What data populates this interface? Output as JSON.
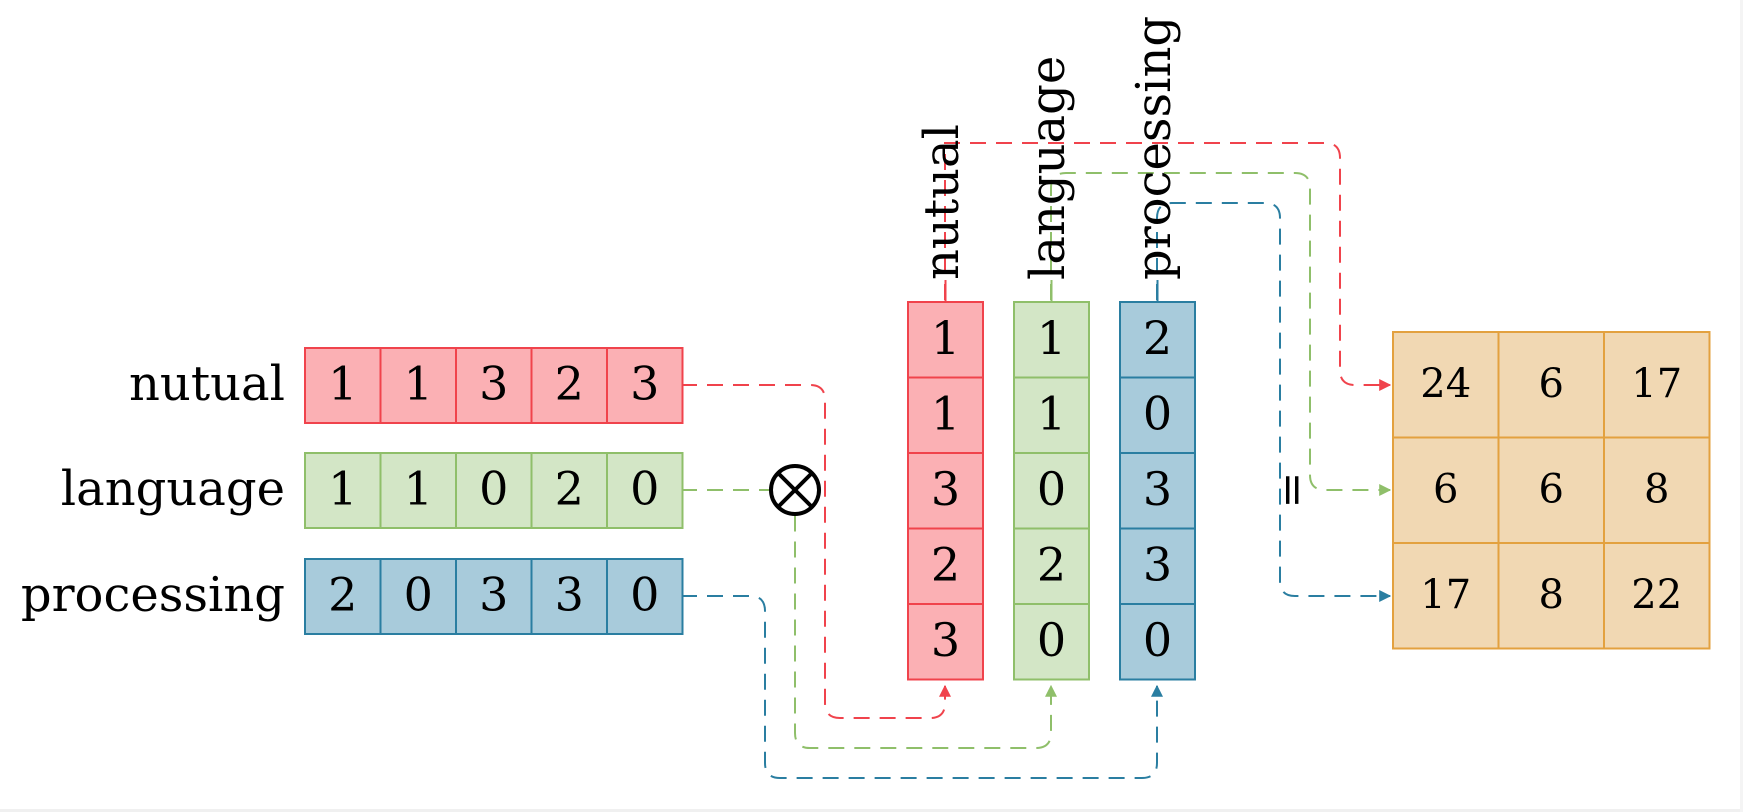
{
  "title": "Word co-occurrence matrix via matrix product",
  "words": [
    "nutual",
    "language",
    "processing"
  ],
  "row_vectors": [
    {
      "word": "nutual",
      "values": [
        1,
        1,
        3,
        2,
        3
      ],
      "color": "#f0434c",
      "fill": "#fbb0b4"
    },
    {
      "word": "language",
      "values": [
        1,
        1,
        0,
        2,
        0
      ],
      "color": "#8fbf6a",
      "fill": "#d3e6c6"
    },
    {
      "word": "processing",
      "values": [
        2,
        0,
        3,
        3,
        0
      ],
      "color": "#2a7ea1",
      "fill": "#a8cbdb"
    }
  ],
  "column_vectors": [
    {
      "word": "nutual",
      "values": [
        1,
        1,
        3,
        2,
        3
      ],
      "color": "#f0434c",
      "fill": "#fbb0b4"
    },
    {
      "word": "language",
      "values": [
        1,
        1,
        0,
        2,
        0
      ],
      "color": "#8fbf6a",
      "fill": "#d3e6c6"
    },
    {
      "word": "processing",
      "values": [
        2,
        0,
        3,
        3,
        0
      ],
      "color": "#2a7ea1",
      "fill": "#a8cbdb"
    }
  ],
  "operator_symbol": "⊗",
  "equals_symbol": "=",
  "result_matrix": {
    "values": [
      [
        24,
        6,
        17
      ],
      [
        6,
        6,
        8
      ],
      [
        17,
        8,
        22
      ]
    ],
    "color": "#e3a13f",
    "fill": "#f1d8b3"
  }
}
